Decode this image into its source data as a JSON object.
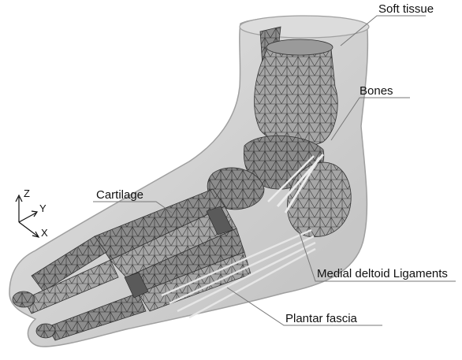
{
  "labels": {
    "soft_tissue": "Soft tissue",
    "bones": "Bones",
    "cartilage": "Cartilage",
    "medial_deltoid": "Medial deltoid Ligaments",
    "plantar_fascia": "Plantar fascia"
  },
  "axes": {
    "z": "Z",
    "y": "Y",
    "x": "X"
  },
  "colors": {
    "soft_tissue_fill": "#d2d2d2",
    "soft_tissue_edge": "#9a9a9a",
    "bone_fill": "#8f8f8f",
    "bone_mesh": "#3a3a3a",
    "leader_line": "#777777"
  }
}
